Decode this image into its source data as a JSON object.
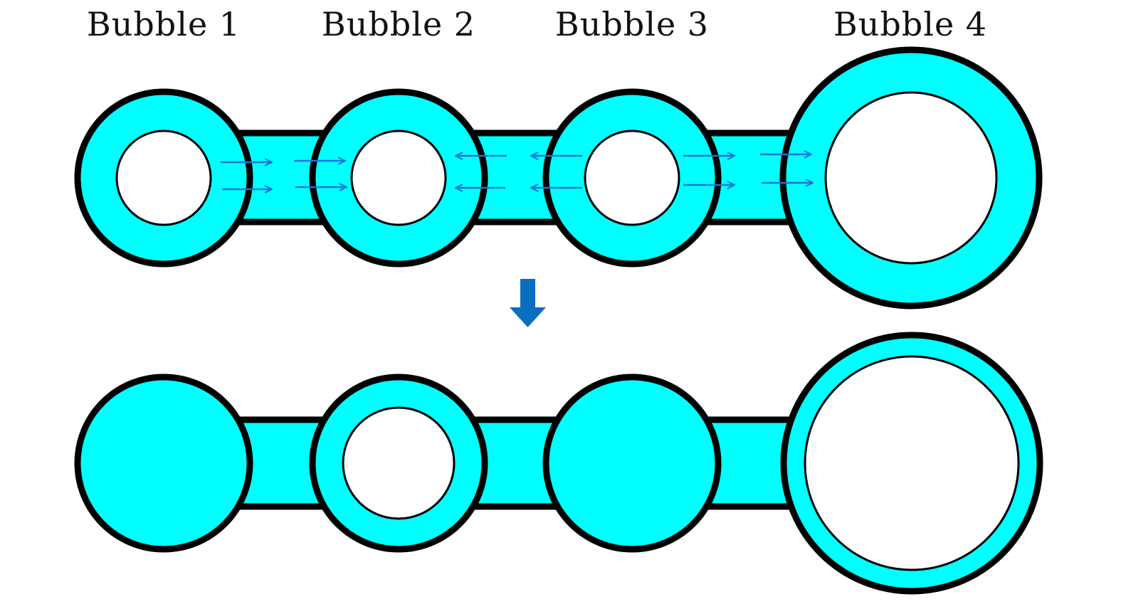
{
  "labels": [
    "Bubble 1",
    "Bubble 2",
    "Bubble 3",
    "Bubble 4"
  ],
  "colors": {
    "liquid": "#00ffff",
    "outline": "#000000",
    "gas": "#ffffff",
    "flow_arrow": "#1a73d9",
    "transition_arrow": "#0a6fc2"
  },
  "states": {
    "before": {
      "gas_core": [
        true,
        true,
        true,
        true
      ],
      "flow_arrows": [
        "1 to 2",
        "3 to 2",
        "3 to 4"
      ]
    },
    "after": {
      "gas_core": [
        false,
        true,
        false,
        true
      ]
    }
  },
  "icons": {
    "transition": "down-arrow-icon"
  }
}
